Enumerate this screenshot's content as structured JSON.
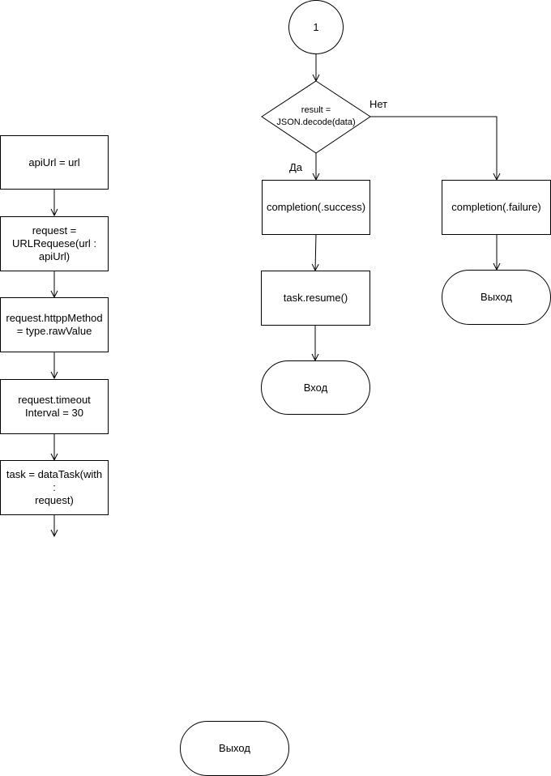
{
  "left_column": {
    "step1": "apiUrl = url",
    "step2": "request =\nURLRequese(url :\napiUrl)",
    "step3": "request.httppMethod\n= type.rawValue",
    "step4": "request.timeout\nInterval = 30",
    "step5": "task = dataTask(with :\nrequest)"
  },
  "connector": {
    "label": "1"
  },
  "decision": {
    "text": "result =\nJSON.decode(data)"
  },
  "branches": {
    "yes_label": "Да",
    "no_label": "Нет"
  },
  "success_path": {
    "completion": "completion(.success)",
    "resume": "task.resume()",
    "terminal": "Вход"
  },
  "failure_path": {
    "completion": "completion(.failure)",
    "terminal": "Выход"
  },
  "bottom_terminal": "Выход"
}
